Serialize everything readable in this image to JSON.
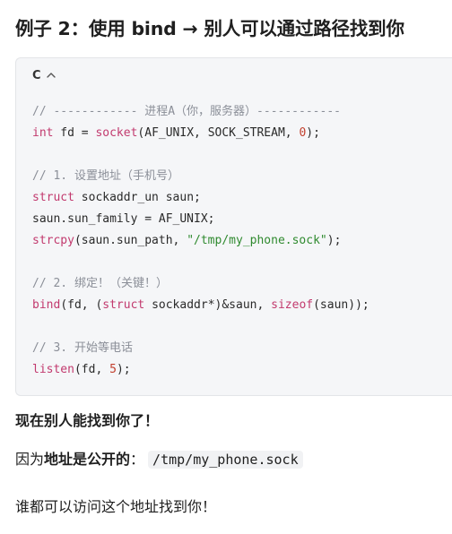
{
  "heading": "例子 2：使用 bind → 别人可以通过路径找到你",
  "code_block": {
    "language": "C",
    "collapse_icon": "chevron-up-icon",
    "lines": [
      [
        [
          "cm",
          "// ------------ 进程A（你，服务器）------------"
        ]
      ],
      [
        [
          "kw",
          "int"
        ],
        [
          "tx",
          " fd = "
        ],
        [
          "fn",
          "socket"
        ],
        [
          "tx",
          "(AF_UNIX, SOCK_STREAM, "
        ],
        [
          "num",
          "0"
        ],
        [
          "tx",
          ");"
        ]
      ],
      [],
      [
        [
          "cm",
          "// 1. 设置地址（手机号）"
        ]
      ],
      [
        [
          "kw",
          "struct"
        ],
        [
          "tx",
          " sockaddr_un saun;"
        ]
      ],
      [
        [
          "tx",
          "saun.sun_family = AF_UNIX;"
        ]
      ],
      [
        [
          "fn",
          "strcpy"
        ],
        [
          "tx",
          "(saun.sun_path, "
        ],
        [
          "str",
          "\"/tmp/my_phone.sock\""
        ],
        [
          "tx",
          ");"
        ]
      ],
      [],
      [
        [
          "cm",
          "// 2. 绑定！（关键！）"
        ]
      ],
      [
        [
          "fn",
          "bind"
        ],
        [
          "tx",
          "(fd, ("
        ],
        [
          "kw",
          "struct"
        ],
        [
          "tx",
          " sockaddr*)&saun, "
        ],
        [
          "fn",
          "sizeof"
        ],
        [
          "tx",
          "(saun));"
        ]
      ],
      [],
      [
        [
          "cm",
          "// 3. 开始等电话"
        ]
      ],
      [
        [
          "fn",
          "listen"
        ],
        [
          "tx",
          "(fd, "
        ],
        [
          "num",
          "5"
        ],
        [
          "tx",
          ");"
        ]
      ]
    ],
    "colors": {
      "comment": "#8b8f98",
      "keyword": "#c23a6e",
      "number": "#c2402e",
      "string": "#2f8a2f",
      "background": "#f5f6f8"
    }
  },
  "paragraphs": {
    "p1": "现在别人能找到你了！",
    "p2_prefix": "因为",
    "p2_bold": "地址是公开的",
    "p2_colon": "：",
    "p2_code": "/tmp/my_phone.sock",
    "p3": "谁都可以访问这个地址找到你！"
  }
}
